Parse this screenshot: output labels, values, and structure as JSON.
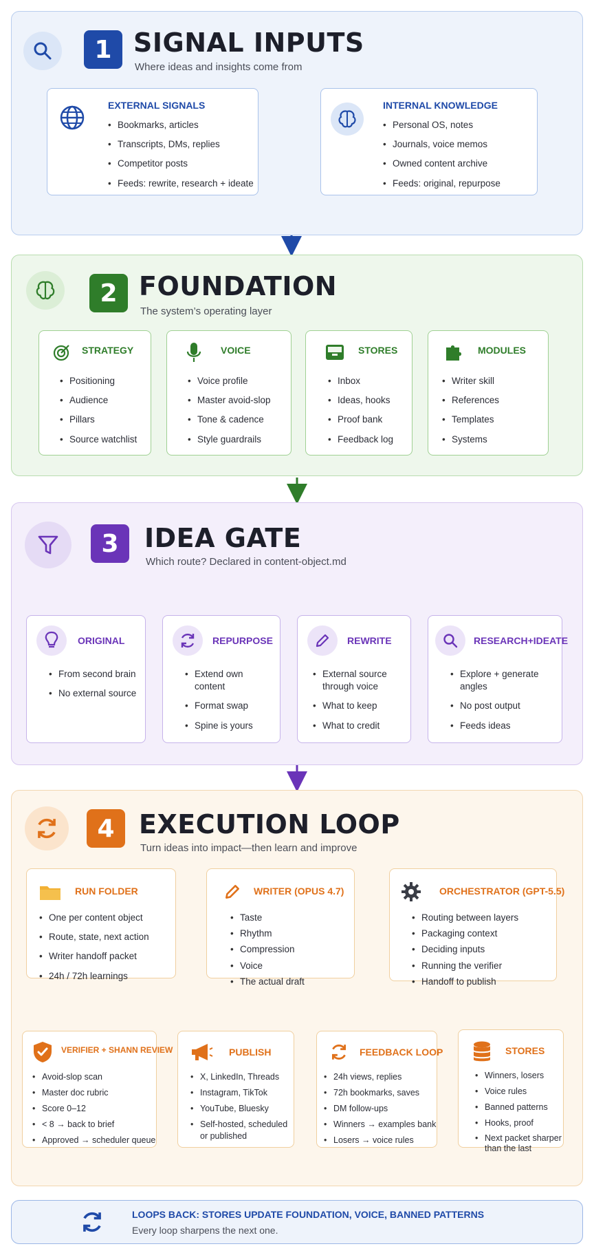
{
  "sections": [
    {
      "number": "1",
      "title": "SIGNAL INPUTS",
      "subtitle": "Where ideas and insights come from",
      "cards": [
        {
          "heading": "EXTERNAL SIGNALS",
          "items": [
            "Bookmarks, articles",
            "Transcripts, DMs, replies",
            "Competitor posts",
            "Feeds: rewrite, research + ideate"
          ]
        },
        {
          "heading": "INTERNAL KNOWLEDGE",
          "items": [
            "Personal OS, notes",
            "Journals, voice memos",
            "Owned content archive",
            "Feeds: original, repurpose"
          ]
        }
      ]
    },
    {
      "number": "2",
      "title": "FOUNDATION",
      "subtitle": "The system’s operating layer",
      "cards": [
        {
          "heading": "STRATEGY",
          "items": [
            "Positioning",
            "Audience",
            "Pillars",
            "Source watchlist"
          ]
        },
        {
          "heading": "VOICE",
          "items": [
            "Voice profile",
            "Master avoid-slop",
            "Tone & cadence",
            "Style guardrails"
          ]
        },
        {
          "heading": "STORES",
          "items": [
            "Inbox",
            "Ideas, hooks",
            "Proof bank",
            "Feedback log"
          ]
        },
        {
          "heading": "MODULES",
          "items": [
            "Writer skill",
            "References",
            "Templates",
            "Systems"
          ]
        }
      ]
    },
    {
      "number": "3",
      "title": "IDEA GATE",
      "subtitle": "Which route? Declared in content-object.md",
      "cards": [
        {
          "heading": "ORIGINAL",
          "items": [
            "From second brain",
            "No external source"
          ]
        },
        {
          "heading": "REPURPOSE",
          "items": [
            "Extend own content",
            "Format swap",
            "Spine is yours"
          ]
        },
        {
          "heading": "REWRITE",
          "items": [
            "External source through voice",
            "What to keep",
            "What to credit"
          ]
        },
        {
          "heading": "RESEARCH+IDEATE",
          "items": [
            "Explore + generate angles",
            "No post output",
            "Feeds ideas"
          ]
        }
      ]
    },
    {
      "number": "4",
      "title": "EXECUTION LOOP",
      "subtitle": "Turn ideas into impact—then learn and improve",
      "cards": [
        {
          "heading": "RUN FOLDER",
          "items": [
            "One per content object",
            "Route, state, next action",
            "Writer handoff packet",
            "24h / 72h learnings"
          ]
        },
        {
          "heading": "WRITER (OPUS 4.7)",
          "items": [
            "Taste",
            "Rhythm",
            "Compression",
            "Voice",
            "The actual draft"
          ]
        },
        {
          "heading": "ORCHESTRATOR (GPT-5.5)",
          "items": [
            "Routing between layers",
            "Packaging context",
            "Deciding inputs",
            "Running the verifier",
            "Handoff to publish"
          ]
        },
        {
          "heading": "VERIFIER + SHANN REVIEW",
          "items": [
            "Avoid-slop scan",
            "Master doc rubric",
            "Score 0–12",
            "< 8 → back to brief",
            "Approved → scheduler queue"
          ]
        },
        {
          "heading": "PUBLISH",
          "items": [
            "X, LinkedIn, Threads",
            "Instagram, TikTok",
            "YouTube, Bluesky",
            "Self-hosted, scheduled or published"
          ]
        },
        {
          "heading": "FEEDBACK LOOP",
          "items": [
            "24h views, replies",
            "72h bookmarks, saves",
            "DM follow-ups",
            "Winners → examples bank",
            "Losers → voice rules"
          ]
        },
        {
          "heading": "STORES",
          "items": [
            "Winners, losers",
            "Voice rules",
            "Banned patterns",
            "Hooks, proof",
            "Next packet sharper than the last"
          ]
        }
      ]
    }
  ],
  "footer": {
    "title": "LOOPS BACK:  STORES UPDATE FOUNDATION, VOICE, BANNED PATTERNS",
    "subtitle": "Every loop sharpens the next one."
  },
  "colors": {
    "blue": "#1f4aa8",
    "green": "#2f7d2a",
    "purple": "#6a34b8",
    "orange": "#e0711a"
  }
}
